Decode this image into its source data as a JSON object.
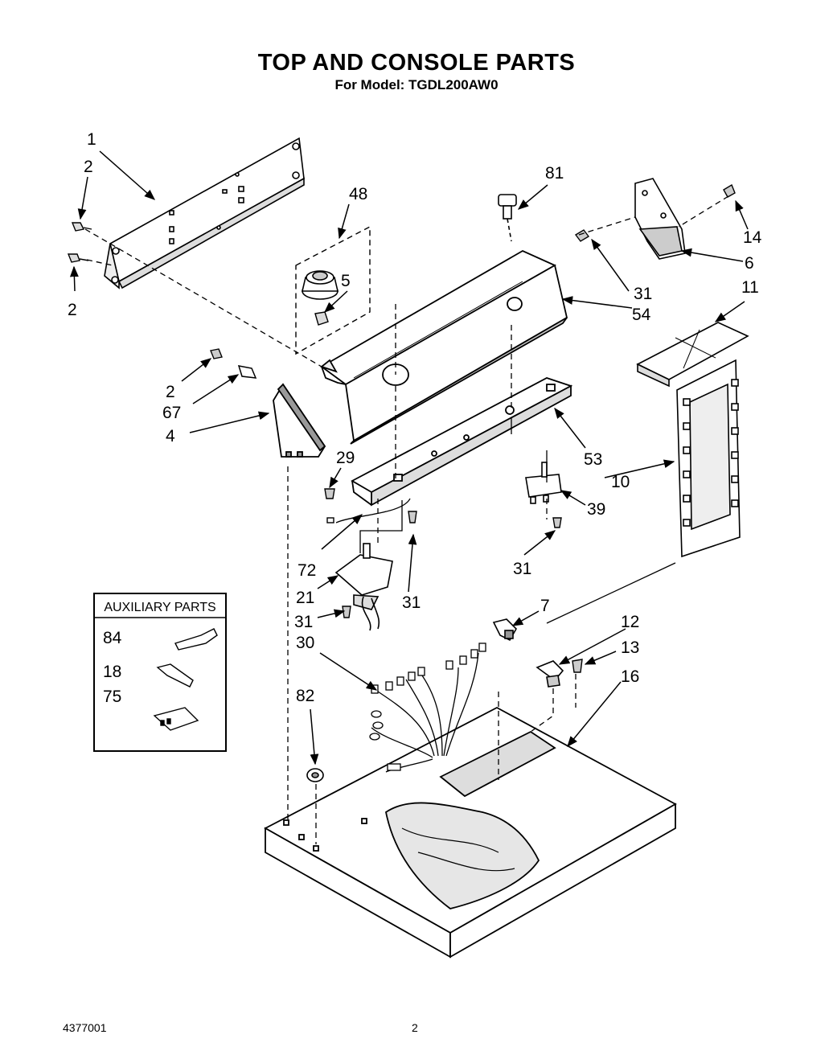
{
  "title": "TOP AND CONSOLE PARTS",
  "subtitle": "For Model: TGDL200AW0",
  "parts": [
    "1",
    "2",
    "2",
    "81",
    "48",
    "5",
    "14",
    "6",
    "31",
    "54",
    "11",
    "2",
    "67",
    "4",
    "29",
    "53",
    "10",
    "39",
    "31",
    "72",
    "21",
    "31",
    "7",
    "31",
    "12",
    "13",
    "16",
    "30",
    "82"
  ],
  "auxiliary": {
    "title": "AUXILIARY PARTS",
    "parts": [
      "84",
      "18",
      "75"
    ]
  },
  "footer": {
    "doc_number": "4377001",
    "page_number": "2"
  }
}
